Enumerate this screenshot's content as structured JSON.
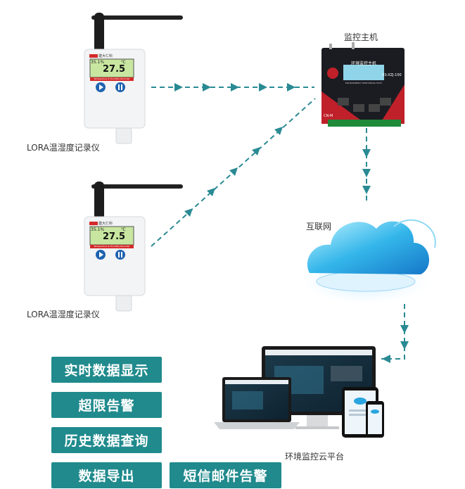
{
  "recorder": {
    "label": "LORA温湿度记录仪",
    "humidity": "35.1%",
    "temperature": "27.5",
    "temp_unit": "℃",
    "brand": "建大仁科",
    "subtitle": "Temperature & Humidity Recorder"
  },
  "host": {
    "label": "监控主机",
    "screen_title": "环境监控主机",
    "model": "RS-XZJ-100",
    "subtitle": "ENVIRONMENT MONITORING HOST",
    "port_label": "CN-M"
  },
  "internet": {
    "label": "互联网"
  },
  "cloud": {
    "label": "环境监控云平台"
  },
  "features": {
    "realtime": "实时数据显示",
    "alarm": "超限告警",
    "history": "历史数据查询",
    "export": "数据导出",
    "sms": "短信邮件告警"
  },
  "colors": {
    "accent": "#208a8d",
    "arrow": "#2a8a93",
    "host_red": "#c0202a"
  }
}
